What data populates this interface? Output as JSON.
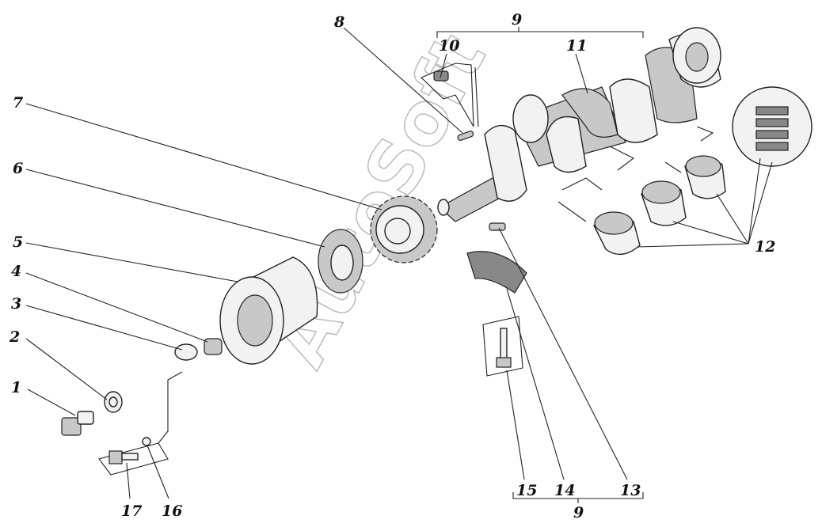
{
  "title": "Crankshaft assembly exploded view",
  "watermark": "AutoSoft",
  "labels": {
    "l1": "1",
    "l2": "2",
    "l3": "3",
    "l4": "4",
    "l5": "5",
    "l6": "6",
    "l7": "7",
    "l8": "8",
    "l9_top": "9",
    "l10": "10",
    "l11": "11",
    "l12": "12",
    "l13": "13",
    "l14": "14",
    "l15": "15",
    "l9_bottom": "9",
    "l16": "16",
    "l17": "17"
  }
}
